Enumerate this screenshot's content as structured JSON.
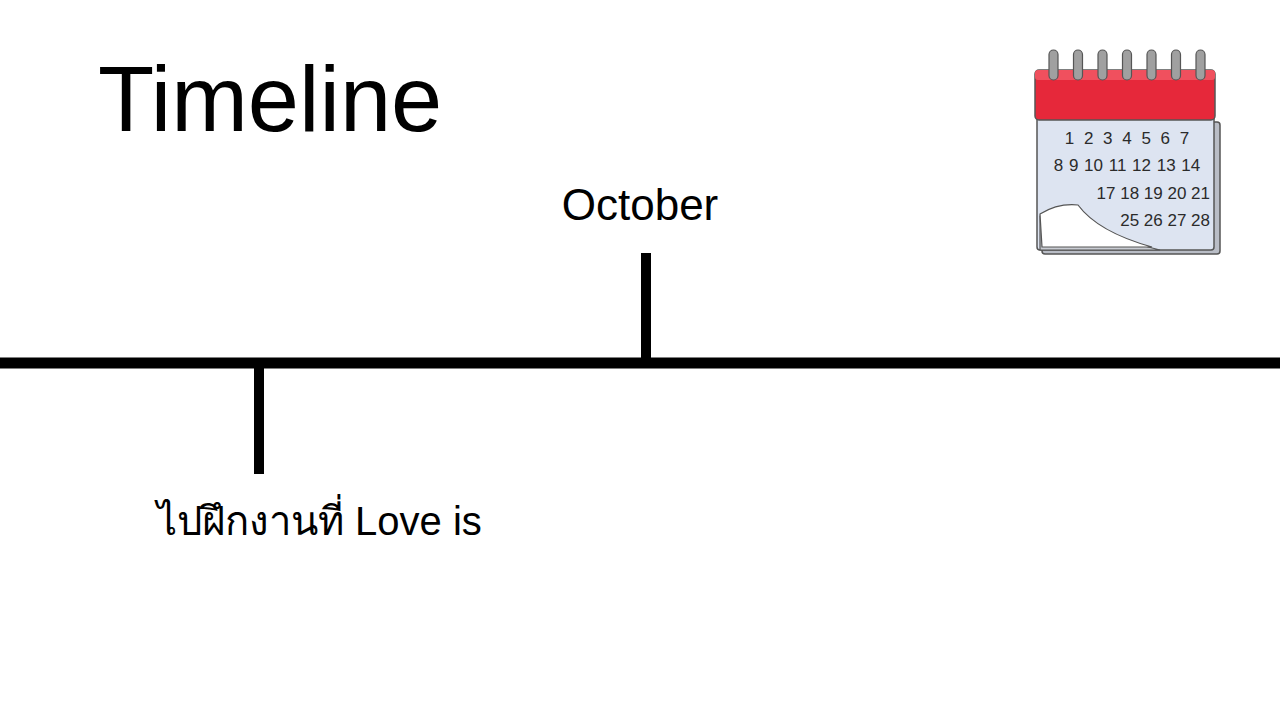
{
  "diagram": {
    "title": "Timeline",
    "labels": [
      "October",
      "ไปฝึกงานที่ Love is",
      "1 2 3 4 5 6 7",
      "8 9 10 11 12 13 14",
      "17 18 19 20 21",
      "25 26 27 28"
    ]
  }
}
